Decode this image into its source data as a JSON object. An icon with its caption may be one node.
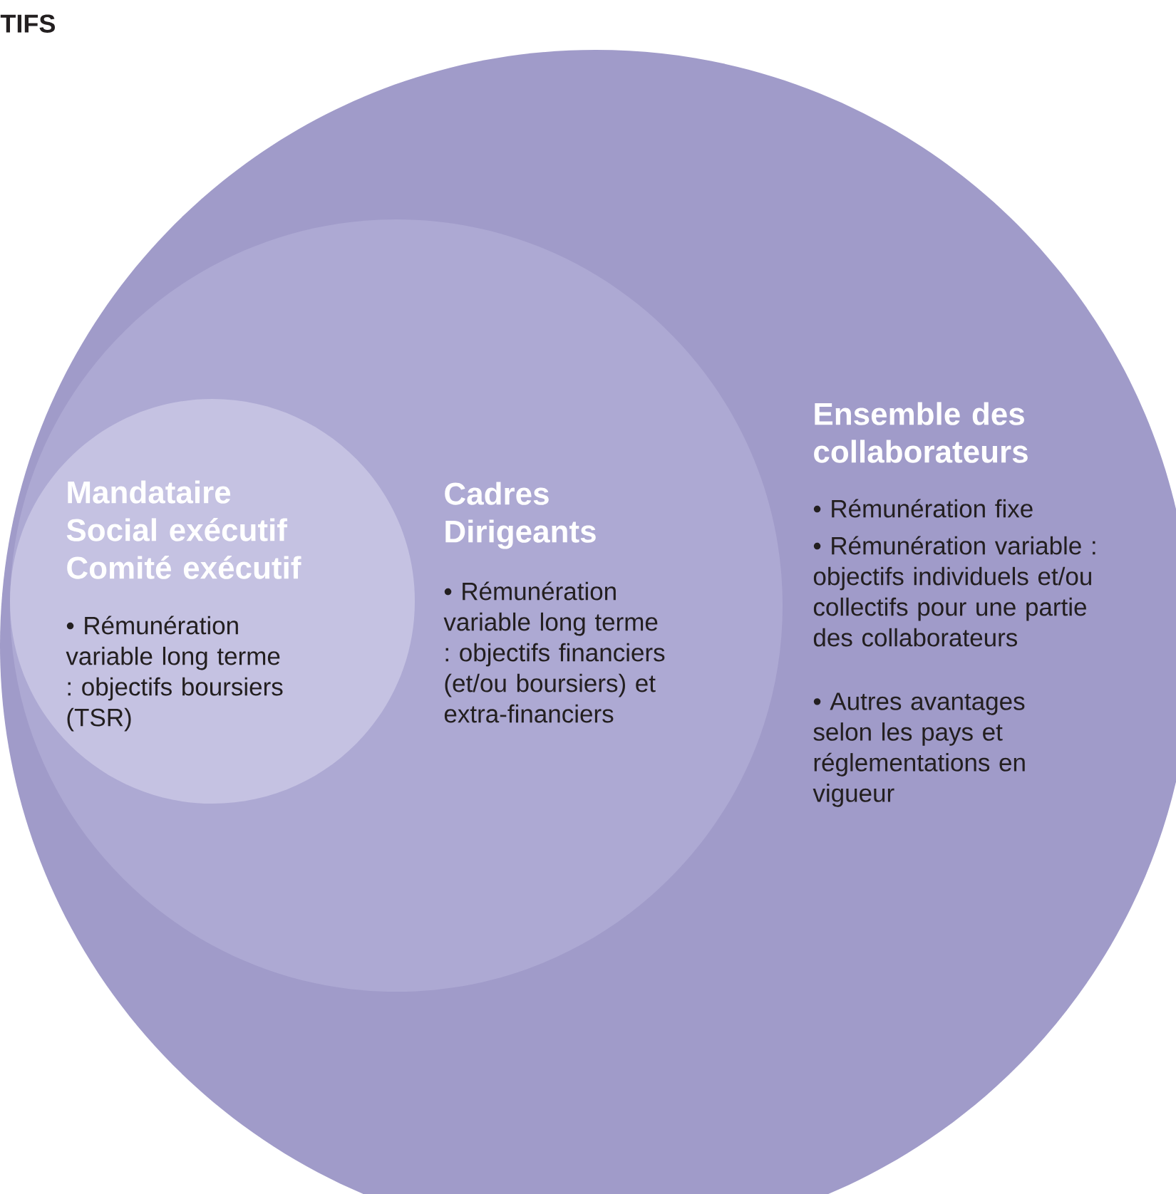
{
  "diagram": {
    "title": "TIFS",
    "nodes": [
      {
        "text": [
          "Ensemble des collaborateurs",
          "• Rémunération fixe",
          "• Rémunération variable : objectifs individuels et/ou collectifs pour une partie des collaborateurs",
          "• Autres avantages selon les pays et réglementations en vigueur"
        ]
      },
      {
        "text": [
          "Cadres Dirigeants",
          "• Rémunération variable long terme : objectifs financiers (et/ou boursiers) et extra-financiers"
        ],
        "in": 0
      },
      {
        "text": [
          "Mandataire Social exécutif Comité exécutif",
          "• Rémunération variable long terme : objectifs boursiers (TSR)"
        ],
        "in": 1
      }
    ]
  }
}
